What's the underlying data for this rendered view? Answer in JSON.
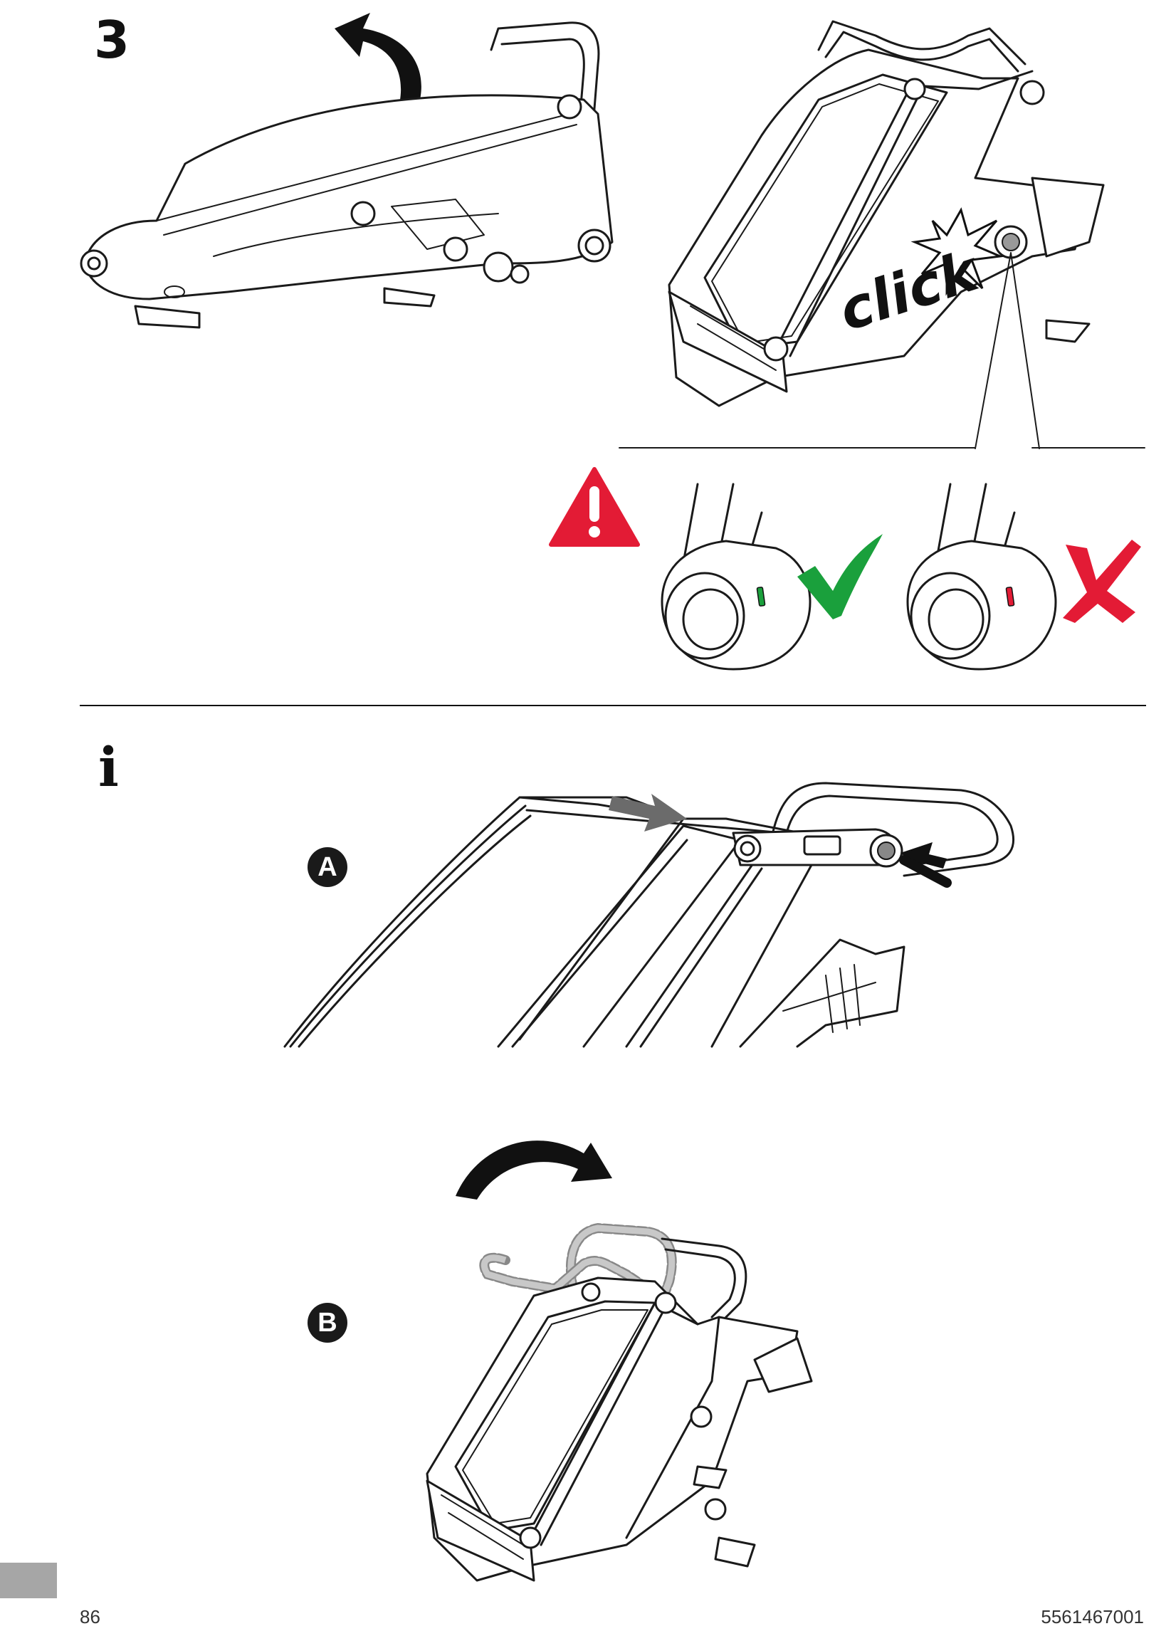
{
  "step": {
    "number": "3"
  },
  "labels": {
    "click": "click",
    "option_a": "A",
    "option_b": "B",
    "info": "i"
  },
  "status": {
    "correct": "check-icon",
    "incorrect": "cross-icon",
    "warning": "warning-icon"
  },
  "colors": {
    "warning": "#e31b35",
    "correct": "#1aa03c",
    "incorrect": "#e31b35",
    "indicator_ok": "#1aa03c",
    "indicator_bad": "#e31b35",
    "tab": "#a6a6a6"
  },
  "footer": {
    "page_number": "86",
    "document_id": "5561467001"
  }
}
